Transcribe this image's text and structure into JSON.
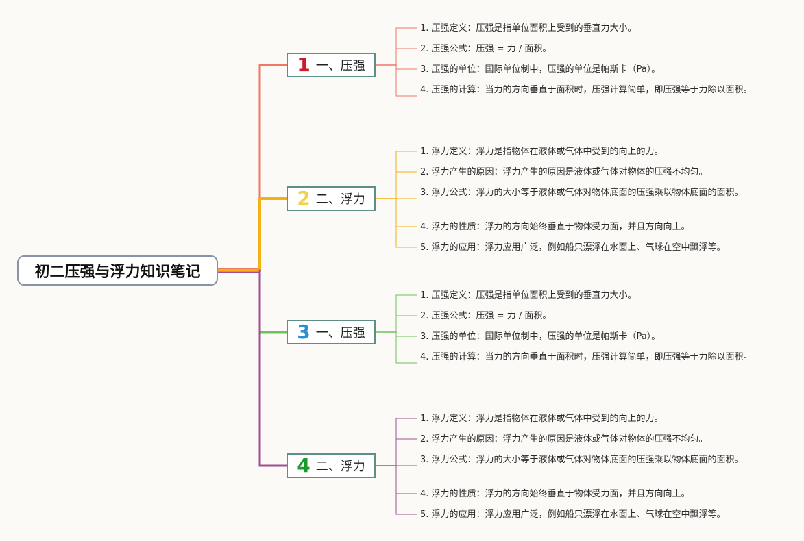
{
  "title": "初二压强与浮力知识笔记",
  "branches": [
    {
      "badge": "1",
      "label": "一、压强",
      "color": "#ee7766",
      "badge_color": "#cc1b2a",
      "items": [
        "1. 压强定义：压强是指单位面积上受到的垂直力大小。",
        "2. 压强公式：压强 = 力 / 面积。",
        "3. 压强的单位：国际单位制中，压强的单位是帕斯卡（Pa）。",
        "4. 压强的计算：当力的方向垂直于面积时，压强计算简单，即压强等于力除以面积。"
      ]
    },
    {
      "badge": "2",
      "label": "二、浮力",
      "color": "#f5b014",
      "badge_color": "#f2d24a",
      "items": [
        "1. 浮力定义：浮力是指物体在液体或气体中受到的向上的力。",
        "2. 浮力产生的原因：浮力产生的原因是液体或气体对物体的压强不均匀。",
        "3. 浮力公式：浮力的大小等于液体或气体对物体底面的压强乘以物体底面的面积。",
        "4. 浮力的性质：浮力的方向始终垂直于物体受力面，并且方向向上。",
        "5. 浮力的应用：浮力应用广泛，例如船只漂浮在水面上、气球在空中飘浮等。"
      ]
    },
    {
      "badge": "3",
      "label": "一、压强",
      "color": "#6cc35a",
      "badge_color": "#2a8fd6",
      "items": [
        "1. 压强定义：压强是指单位面积上受到的垂直力大小。",
        "2. 压强公式：压强 = 力 / 面积。",
        "3. 压强的单位：国际单位制中，压强的单位是帕斯卡（Pa）。",
        "4. 压强的计算：当力的方向垂直于面积时，压强计算简单，即压强等于力除以面积。"
      ]
    },
    {
      "badge": "4",
      "label": "二、浮力",
      "color": "#a24d93",
      "badge_color": "#1e9a2c",
      "items": [
        "1. 浮力定义：浮力是指物体在液体或气体中受到的向上的力。",
        "2. 浮力产生的原因：浮力产生的原因是液体或气体对物体的压强不均匀。",
        "3. 浮力公式：浮力的大小等于液体或气体对物体底面的压强乘以物体底面的面积。",
        "4. 浮力的性质：浮力的方向始终垂直于物体受力面，并且方向向上。",
        "5. 浮力的应用：浮力应用广泛，例如船只漂浮在水面上、气球在空中飘浮等。"
      ]
    }
  ]
}
